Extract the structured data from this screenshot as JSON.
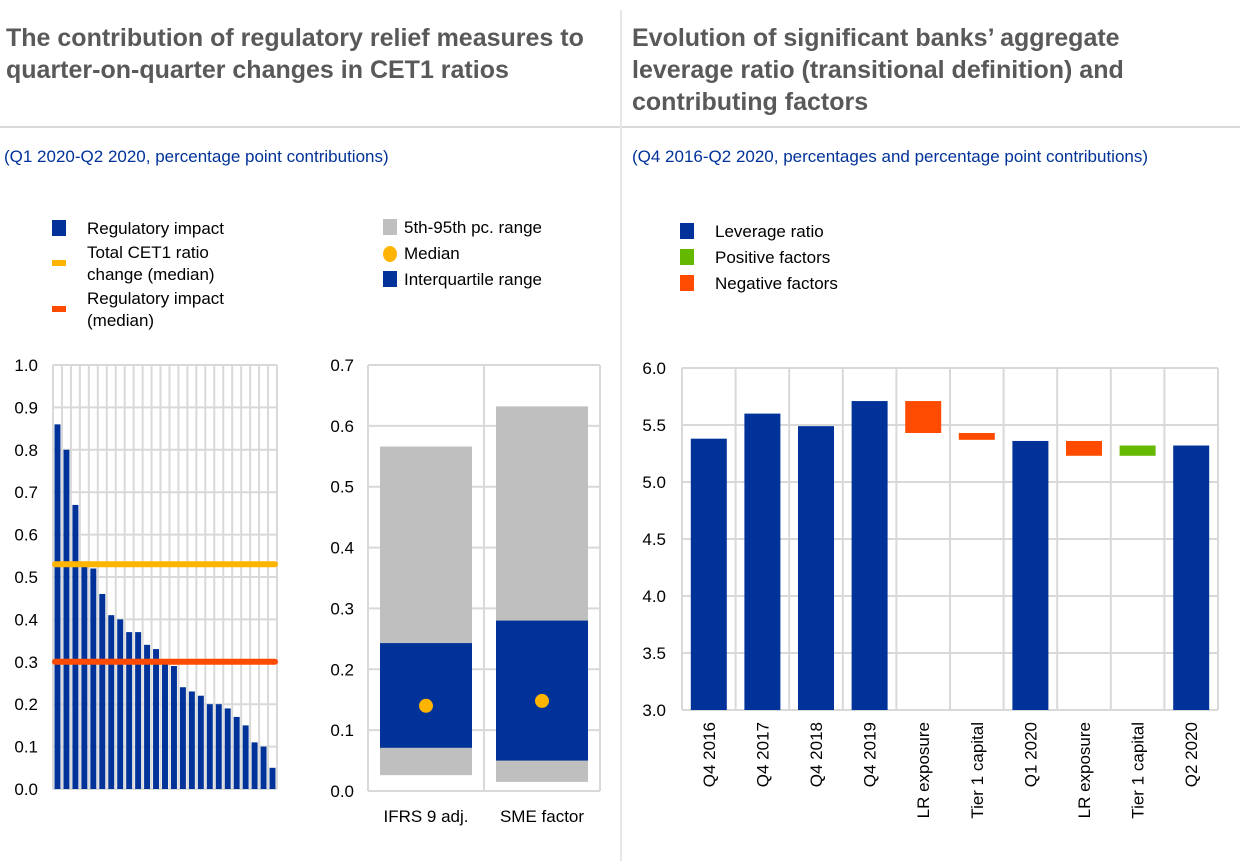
{
  "left": {
    "title": "The contribution of regulatory relief measures to quarter-on-quarter changes in CET1 ratios",
    "subtitle": "(Q1 2020-Q2 2020, percentage point contributions)"
  },
  "right": {
    "title": "Evolution of significant banks’ aggregate leverage ratio (transitional definition) and contributing factors",
    "subtitle": "(Q4 2016-Q2 2020, percentages and percentage point contributions)"
  },
  "colors": {
    "blue": "#003299",
    "yellow": "#ffb400",
    "red": "#ff4b00",
    "green": "#65b800",
    "grey": "#bfbfbf",
    "grid": "#d9d9d9"
  },
  "chart_data": [
    {
      "type": "bar",
      "legend": [
        "Regulatory impact",
        "Total CET1 ratio change (median)",
        "Regulatory impact (median)"
      ],
      "values": [
        0.86,
        0.8,
        0.67,
        0.53,
        0.52,
        0.46,
        0.41,
        0.4,
        0.37,
        0.37,
        0.34,
        0.33,
        0.3,
        0.29,
        0.24,
        0.23,
        0.22,
        0.2,
        0.2,
        0.19,
        0.17,
        0.15,
        0.11,
        0.1,
        0.05
      ],
      "reference_lines": [
        {
          "name": "Total CET1 ratio change (median)",
          "value": 0.53
        },
        {
          "name": "Regulatory impact (median)",
          "value": 0.3
        }
      ],
      "ylim": [
        0,
        1.0
      ],
      "yticks": [
        "0.0",
        "0.1",
        "0.2",
        "0.3",
        "0.4",
        "0.5",
        "0.6",
        "0.7",
        "0.8",
        "0.9",
        "1.0"
      ],
      "grid": true
    },
    {
      "type": "bar",
      "legend": [
        "5th-95th pc. range",
        "Median",
        "Interquartile range"
      ],
      "categories": [
        "IFRS 9 adj.",
        "SME factor"
      ],
      "p5": [
        0.026,
        0.015
      ],
      "p95": [
        0.566,
        0.632
      ],
      "q1": [
        0.071,
        0.05
      ],
      "q3": [
        0.243,
        0.28
      ],
      "median": [
        0.14,
        0.148
      ],
      "ylim": [
        0,
        0.7
      ],
      "yticks": [
        "0.0",
        "0.1",
        "0.2",
        "0.3",
        "0.4",
        "0.5",
        "0.6",
        "0.7"
      ],
      "grid": true
    },
    {
      "type": "bar",
      "legend": [
        "Leverage ratio",
        "Positive factors",
        "Negative factors"
      ],
      "categories": [
        "Q4 2016",
        "Q4 2017",
        "Q4 2018",
        "Q4 2019",
        "LR exposure",
        "Tier 1 capital",
        "Q1 2020",
        "LR exposure",
        "Tier 1 capital",
        "Q2 2020"
      ],
      "kind": [
        "level",
        "level",
        "level",
        "level",
        "negative",
        "negative",
        "level",
        "negative",
        "positive",
        "level"
      ],
      "from": [
        3.0,
        3.0,
        3.0,
        3.0,
        5.71,
        5.43,
        3.0,
        5.36,
        5.23,
        3.0
      ],
      "to": [
        5.38,
        5.6,
        5.49,
        5.71,
        5.43,
        5.37,
        5.36,
        5.23,
        5.32,
        5.32
      ],
      "ylim": [
        3.0,
        6.0
      ],
      "yticks": [
        "3.0",
        "3.5",
        "4.0",
        "4.5",
        "5.0",
        "5.5",
        "6.0"
      ],
      "grid": true
    }
  ]
}
